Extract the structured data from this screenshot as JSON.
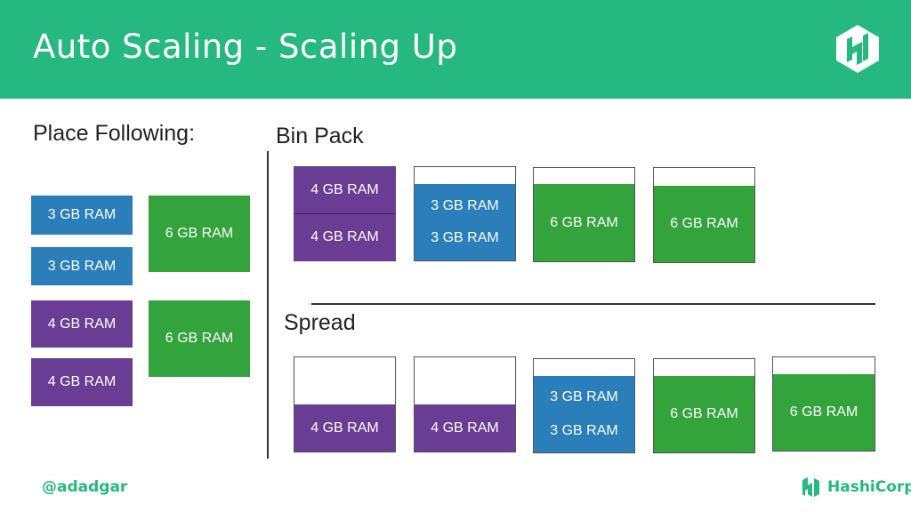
{
  "slide": {
    "title": "Auto Scaling - Scaling Up",
    "brand_color": "#25b981"
  },
  "left_panel": {
    "heading": "Place Following:",
    "blocks": [
      {
        "label": "3 GB RAM",
        "color": "blue"
      },
      {
        "label": "3 GB RAM",
        "color": "blue"
      },
      {
        "label": "4 GB RAM",
        "color": "purple"
      },
      {
        "label": "4 GB RAM",
        "color": "purple"
      },
      {
        "label": "6 GB RAM",
        "color": "green"
      },
      {
        "label": "6 GB RAM",
        "color": "green"
      }
    ]
  },
  "bin_pack": {
    "heading": "Bin Pack",
    "nodes": [
      {
        "slots": [
          "4 GB RAM",
          "4 GB RAM"
        ],
        "color": "purple"
      },
      {
        "slots": [
          "3 GB RAM",
          "3 GB RAM"
        ],
        "color": "blue"
      },
      {
        "slots": [
          "6 GB RAM"
        ],
        "color": "green"
      },
      {
        "slots": [
          "6 GB RAM"
        ],
        "color": "green"
      }
    ]
  },
  "spread": {
    "heading": "Spread",
    "nodes": [
      {
        "slots": [
          "4 GB RAM"
        ],
        "color": "purple"
      },
      {
        "slots": [
          "4 GB RAM"
        ],
        "color": "purple"
      },
      {
        "slots": [
          "3 GB RAM",
          "3 GB RAM"
        ],
        "color": "blue"
      },
      {
        "slots": [
          "6 GB RAM"
        ],
        "color": "green"
      },
      {
        "slots": [
          "6 GB RAM"
        ],
        "color": "green"
      }
    ]
  },
  "colors": {
    "blue": "#2a7fba",
    "purple": "#6a3d94",
    "green": "#33a33c"
  },
  "footer": {
    "handle": "@adadgar",
    "brand": "HashiCorp"
  }
}
